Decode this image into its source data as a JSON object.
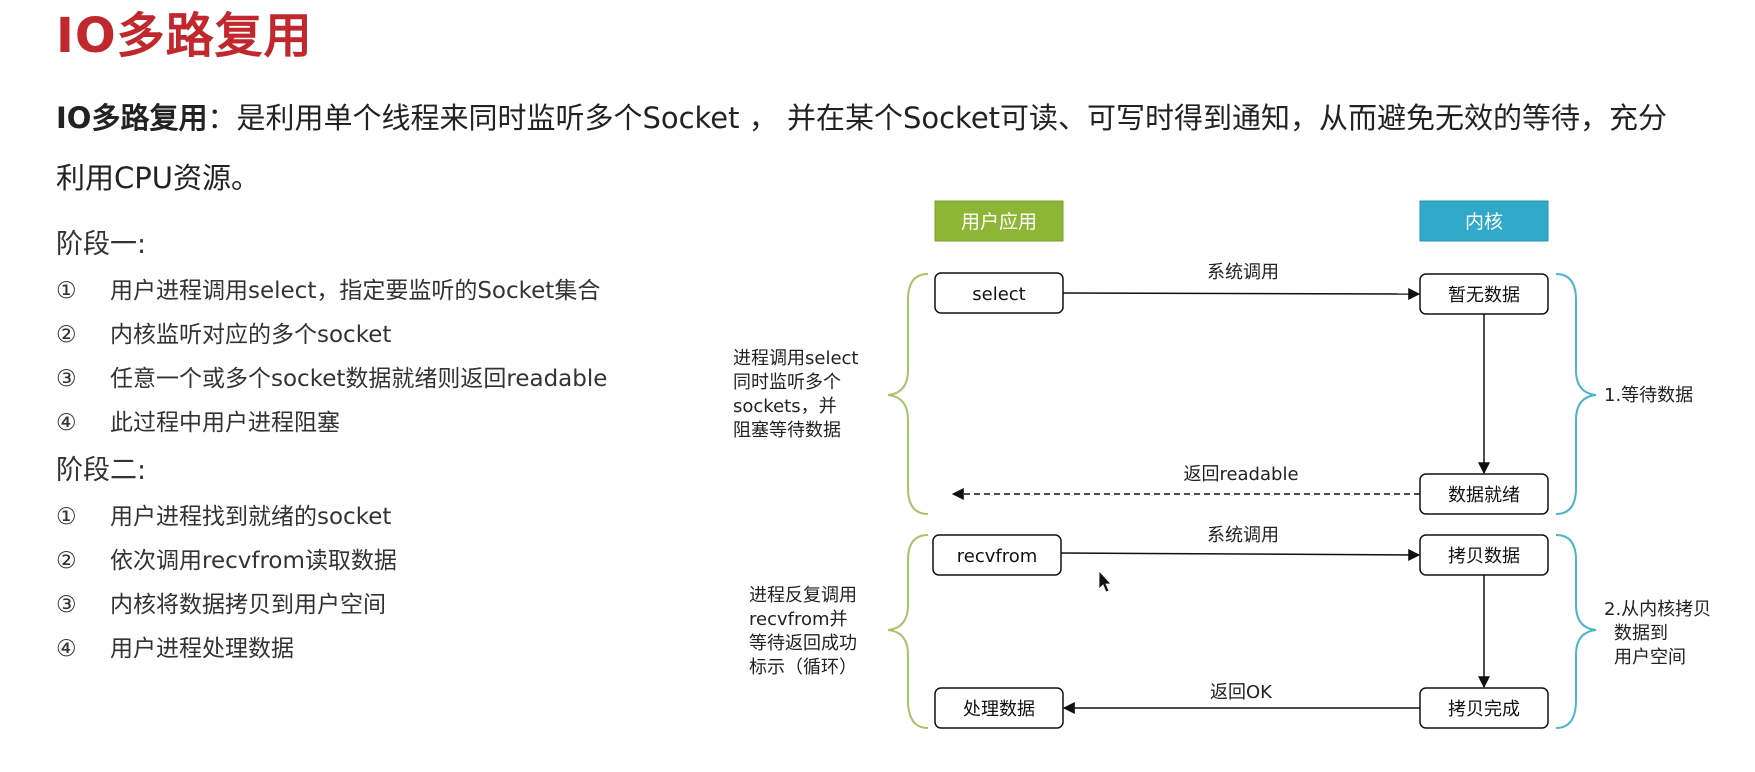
{
  "title": "IO多路复用",
  "intro": {
    "term": "IO多路复用",
    "definition": "：是利用单个线程来同时监听多个Socket ， 并在某个Socket可读、可写时得到通知，从而避免无效的等待，充分利用CPU资源。"
  },
  "stage1": {
    "heading": "阶段一:",
    "steps": [
      {
        "num": "①",
        "text": "用户进程调用select，指定要监听的Socket集合"
      },
      {
        "num": "②",
        "text": "内核监听对应的多个socket"
      },
      {
        "num": "③",
        "text": "任意一个或多个socket数据就绪则返回readable"
      },
      {
        "num": "④",
        "text": "此过程中用户进程阻塞"
      }
    ]
  },
  "stage2": {
    "heading": "阶段二:",
    "steps": [
      {
        "num": "①",
        "text": "用户进程找到就绪的socket"
      },
      {
        "num": "②",
        "text": "依次调用recvfrom读取数据"
      },
      {
        "num": "③",
        "text": "内核将数据拷贝到用户空间"
      },
      {
        "num": "④",
        "text": "用户进程处理数据"
      }
    ]
  },
  "diagram": {
    "colors": {
      "user_header": "#8db637",
      "kernel_header": "#31a9c9",
      "left_brace": "#a6c46a",
      "right_brace": "#4fb3cf"
    },
    "headers": {
      "user": "用户应用",
      "kernel": "内核"
    },
    "nodes": {
      "select": "select",
      "no_data": "暂无数据",
      "data_ready": "数据就绪",
      "recvfrom": "recvfrom",
      "copy_data": "拷贝数据",
      "process_data": "处理数据",
      "copy_done": "拷贝完成"
    },
    "edges": {
      "syscall1": "系统调用",
      "return_readable": "返回readable",
      "syscall2": "系统调用",
      "return_ok": "返回OK"
    },
    "notes": {
      "left1": [
        "进程调用select",
        "同时监听多个",
        "sockets，并",
        "阻塞等待数据"
      ],
      "left2": [
        "进程反复调用",
        "recvfrom并",
        "等待返回成功",
        "标示（循环）"
      ],
      "right1": [
        "1.等待数据"
      ],
      "right2": [
        "2.从内核拷贝",
        "数据到",
        "用户空间"
      ]
    }
  }
}
